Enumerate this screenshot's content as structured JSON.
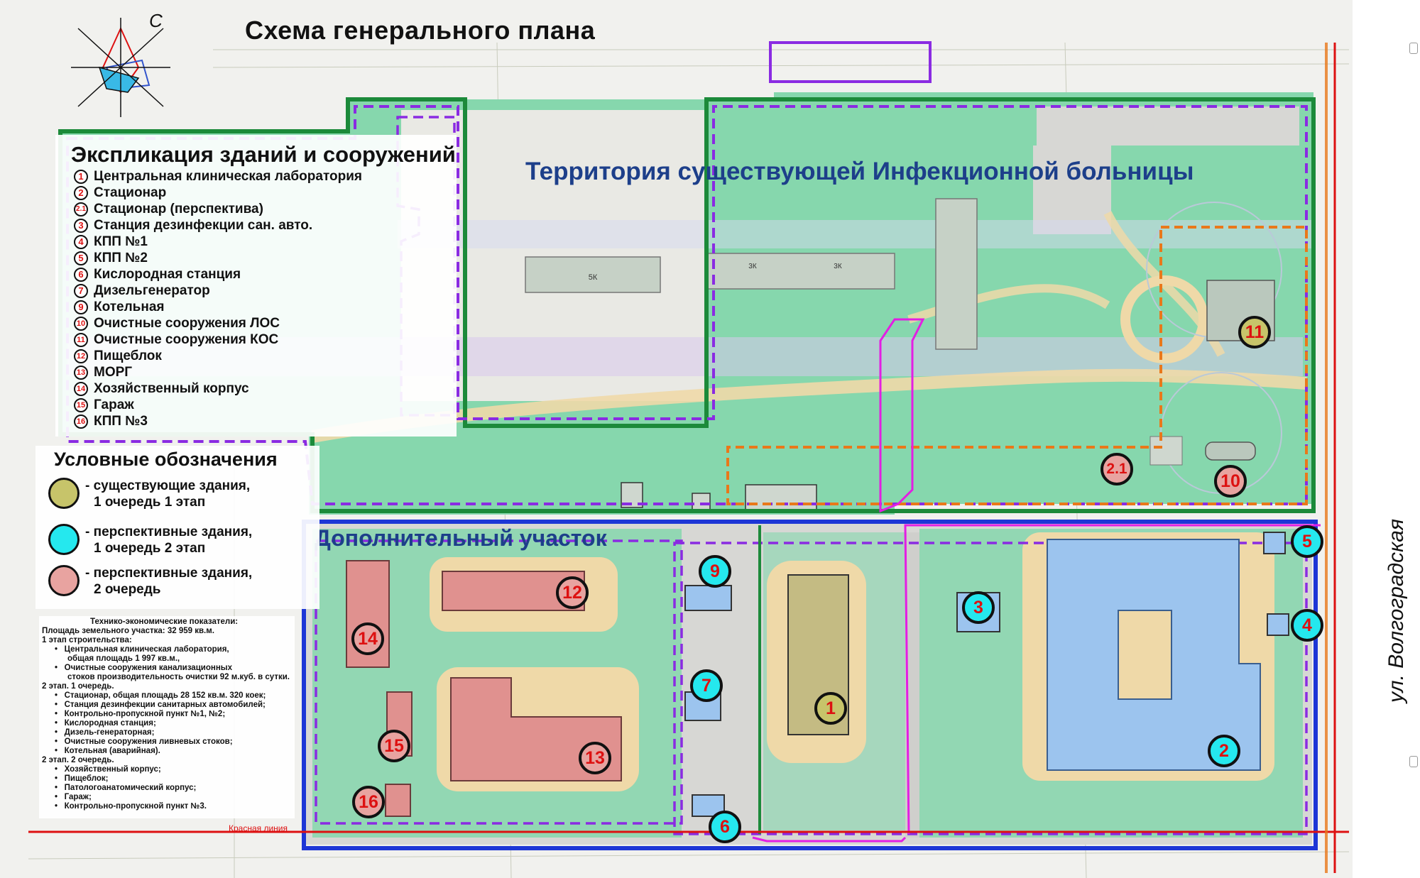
{
  "title": "Схема генерального плана",
  "territory_label": "Территория существующей Инфекционной больницы",
  "additional_plot_label": "Дополнительный участок",
  "street_label": "ул. Волгоградская",
  "red_line_label": "Красная линия",
  "compass_north": "С",
  "explication": {
    "heading": "Экспликация зданий и сооружений",
    "items": [
      {
        "num": "1",
        "name": "Центральная клиническая лаборатория"
      },
      {
        "num": "2",
        "name": "Стационар"
      },
      {
        "num": "2.1",
        "name": "Стационар (перспектива)"
      },
      {
        "num": "3",
        "name": "Станция дезинфекции сан. авто."
      },
      {
        "num": "4",
        "name": "КПП №1"
      },
      {
        "num": "5",
        "name": "КПП №2"
      },
      {
        "num": "6",
        "name": "Кислородная станция"
      },
      {
        "num": "7",
        "name": "Дизельгенератор"
      },
      {
        "num": "9",
        "name": "Котельная"
      },
      {
        "num": "10",
        "name": "Очистные сооружения ЛОС"
      },
      {
        "num": "11",
        "name": "Очистные сооружения КОС"
      },
      {
        "num": "12",
        "name": "Пищеблок"
      },
      {
        "num": "13",
        "name": "МОРГ"
      },
      {
        "num": "14",
        "name": "Хозяйственный корпус"
      },
      {
        "num": "15",
        "name": "Гараж"
      },
      {
        "num": "16",
        "name": "КПП №3"
      }
    ]
  },
  "legend": {
    "heading": "Условные обозначения",
    "items": [
      {
        "color": "#c7c46a",
        "line1": "- существующие здания,",
        "line2": "1 очередь 1 этап"
      },
      {
        "color": "#25e8ee",
        "line1": "- перспективные здания,",
        "line2": "1 очередь 2 этап"
      },
      {
        "color": "#e8a3a0",
        "line1": "- перспективные здания,",
        "line2": "2 очередь"
      }
    ]
  },
  "tech": {
    "lines": [
      "Технико-экономические показатели:",
      "Площадь земельного участка: 32 959 кв.м.",
      "1 этап строительства:",
      "Центральная клиническая лаборатория,",
      "общая площадь 1 997 кв.м.,",
      "Очистные сооружения канализационных",
      "стоков производительность очистки 92 м.куб. в сутки.",
      "2 этап. 1 очередь.",
      "Стационар, общая площадь 28 152 кв.м. 320 коек;",
      "Станция дезинфекции санитарных автомобилей;",
      "Контрольно-пропускной пункт №1, №2;",
      "Кислородная станция;",
      "Дизель-генераторная;",
      "Очистные сооружения ливневых стоков;",
      "Котельная (аварийная).",
      "2 этап. 2 очередь.",
      "Хозяйственный корпус;",
      "Пищеблок;",
      "Патологоанатомический корпус;",
      "Гараж;",
      "Контрольно-пропускной пункт №3."
    ]
  },
  "buildings": [
    {
      "num": "1",
      "fill": "#c7c46a"
    },
    {
      "num": "2",
      "fill": "#25e8ee"
    },
    {
      "num": "2.1",
      "fill": "#e8a3a0"
    },
    {
      "num": "3",
      "fill": "#25e8ee"
    },
    {
      "num": "4",
      "fill": "#25e8ee"
    },
    {
      "num": "5",
      "fill": "#25e8ee"
    },
    {
      "num": "6",
      "fill": "#25e8ee"
    },
    {
      "num": "7",
      "fill": "#25e8ee"
    },
    {
      "num": "9",
      "fill": "#25e8ee"
    },
    {
      "num": "10",
      "fill": "#e8a3a0"
    },
    {
      "num": "11",
      "fill": "#c7c46a"
    },
    {
      "num": "12",
      "fill": "#e8a3a0"
    },
    {
      "num": "13",
      "fill": "#e8a3a0"
    },
    {
      "num": "14",
      "fill": "#e8a3a0"
    },
    {
      "num": "15",
      "fill": "#e8a3a0"
    },
    {
      "num": "16",
      "fill": "#e8a3a0"
    }
  ],
  "colors": {
    "greenery": "#7fd3a6",
    "road": "#d7d7d4",
    "path": "#efd9a8",
    "new_building": "#9cc4ee",
    "plot_blue": "#1d36d6",
    "boundary_green": "#1c8a3a",
    "boundary_purple": "#8a2be2",
    "orange_dashed": "#e9781a",
    "magenta": "#e31ee3"
  }
}
